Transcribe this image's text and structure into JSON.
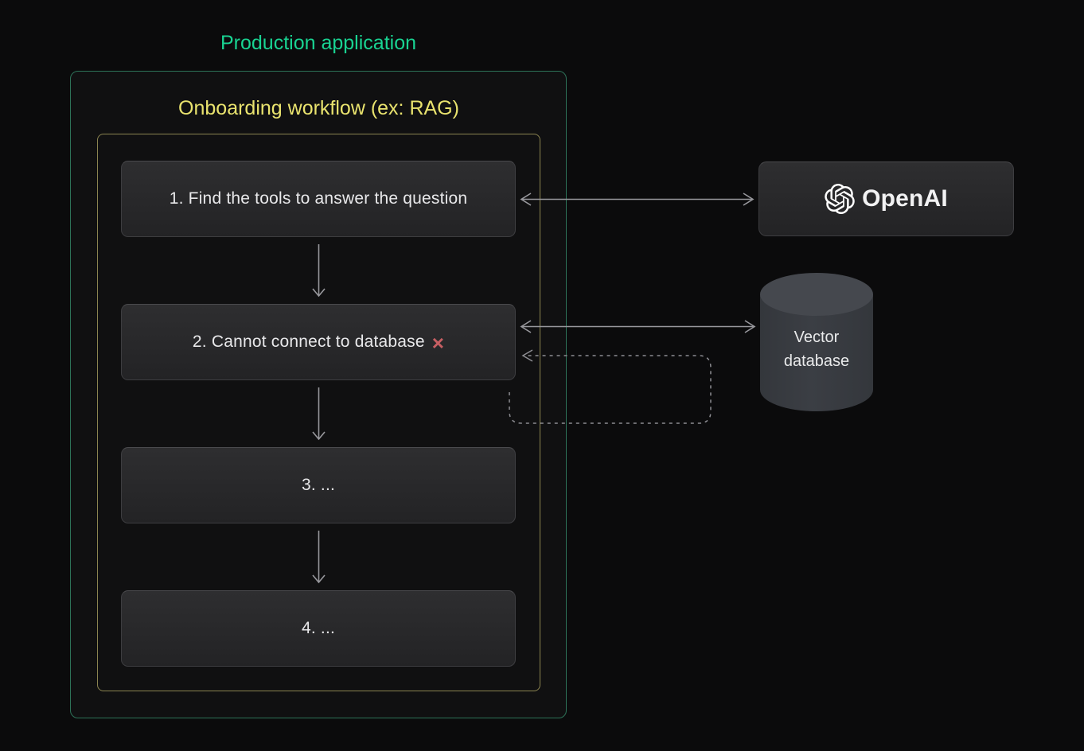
{
  "page": {
    "background_color": "#0b0b0c"
  },
  "diagram": {
    "outer_label": "Production application",
    "outer_label_color": "#19d392",
    "outer_border_color": "#2d7258",
    "inner_label": "Onboarding workflow (ex: RAG)",
    "inner_label_color": "#e9e36e",
    "inner_border_color": "#8b8450",
    "steps": [
      {
        "label": "1. Find the tools to answer the question"
      },
      {
        "label": "2. Cannot connect to database",
        "status_icon": "×",
        "status_icon_color": "#c75f63"
      },
      {
        "label": "3. ..."
      },
      {
        "label": "4. ..."
      }
    ],
    "openai": {
      "label": "OpenAI"
    },
    "vector_db": {
      "label": "Vector database"
    },
    "arrow_color": "#98989d",
    "dashed_arrow_color": "#8d8d92",
    "connections": [
      {
        "from": "step-1",
        "to": "step-2",
        "style": "solid-arrow-down"
      },
      {
        "from": "step-2",
        "to": "step-3",
        "style": "solid-arrow-down"
      },
      {
        "from": "step-3",
        "to": "step-4",
        "style": "solid-arrow-down"
      },
      {
        "from": "step-1",
        "to": "openai",
        "style": "solid-double-headed-arrow"
      },
      {
        "from": "step-2",
        "to": "vector-database",
        "style": "solid-double-headed-arrow"
      },
      {
        "from": "below-step-2",
        "to": "step-2",
        "style": "dashed-loop-arrow"
      }
    ]
  }
}
